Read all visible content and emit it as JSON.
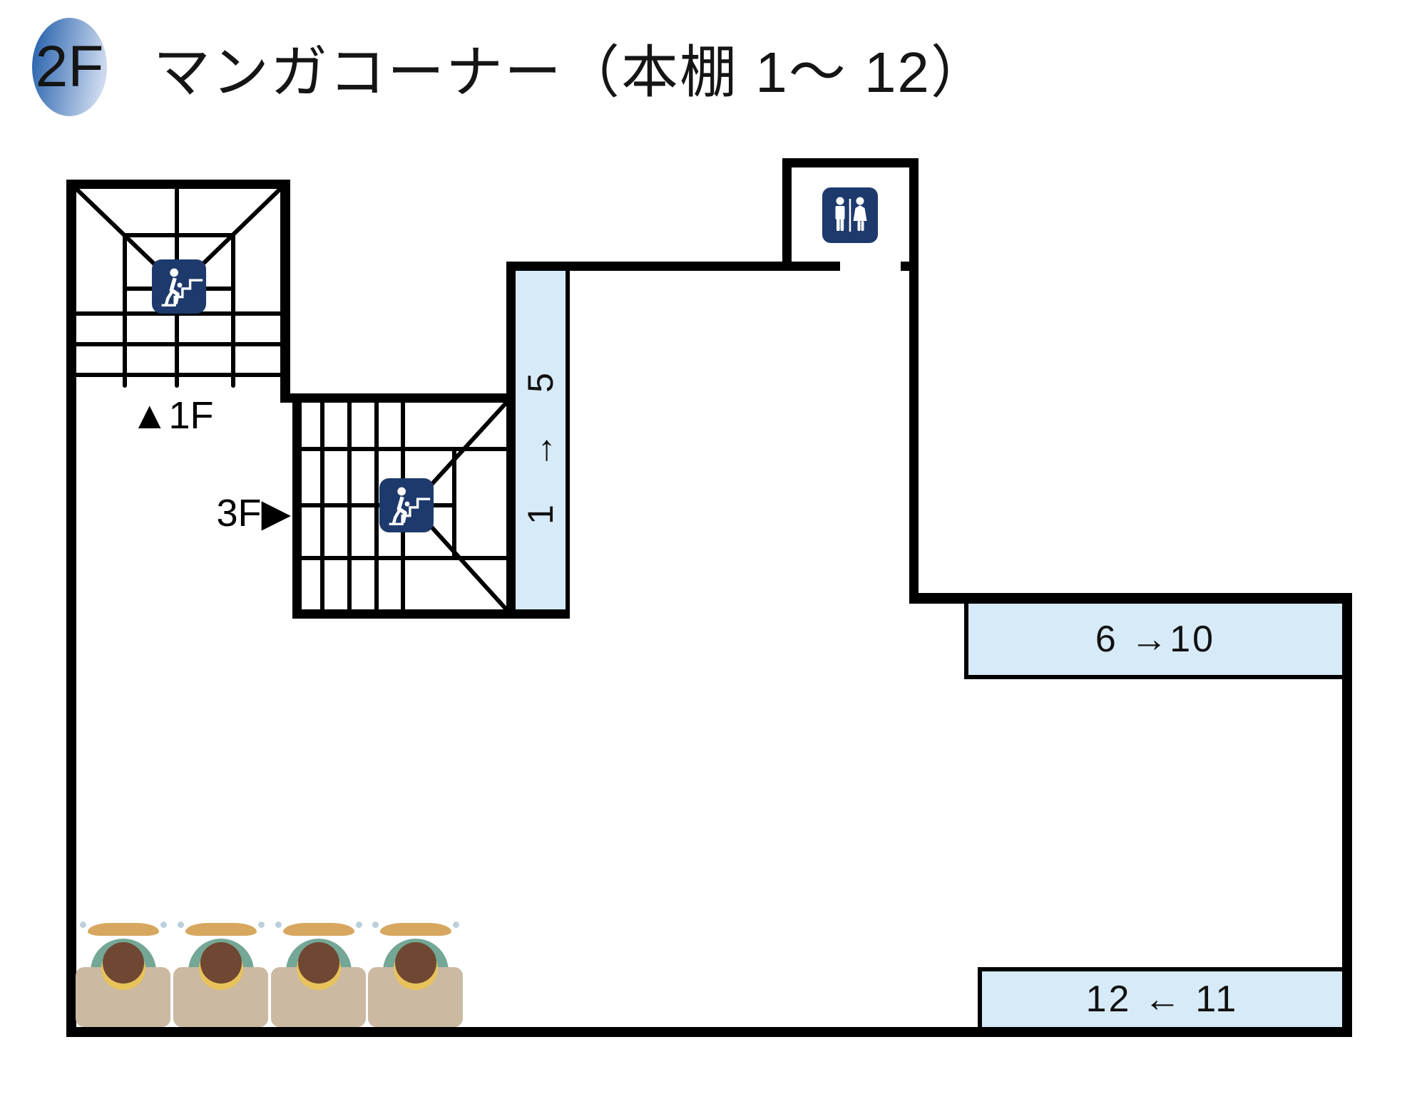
{
  "header": {
    "floor_badge": "2F",
    "title": "マンガコーナー（本棚 1〜 12）"
  },
  "annotations": {
    "stairs_down_to_1f": "▲1F",
    "stairs_up_to_3f": "3F▶"
  },
  "shelves": {
    "run1": {
      "start": "1",
      "arrow": "→",
      "end": "5"
    },
    "run2": {
      "label": "6 →10"
    },
    "run3": {
      "label": "12 ← 11"
    }
  },
  "seats": {
    "count": "4"
  },
  "colors": {
    "wall": "#000000",
    "shelf_fill": "#d7eaf8",
    "icon_navy": "#1e3a6d",
    "badge_gradient_start": "#2e67af",
    "badge_gradient_end": "#ccd9ef",
    "desk": "#cbb9a2",
    "shirt": "#74a795",
    "hair": "#6f4732",
    "chair": "#d8a75f",
    "collar": "#e8c35c"
  }
}
